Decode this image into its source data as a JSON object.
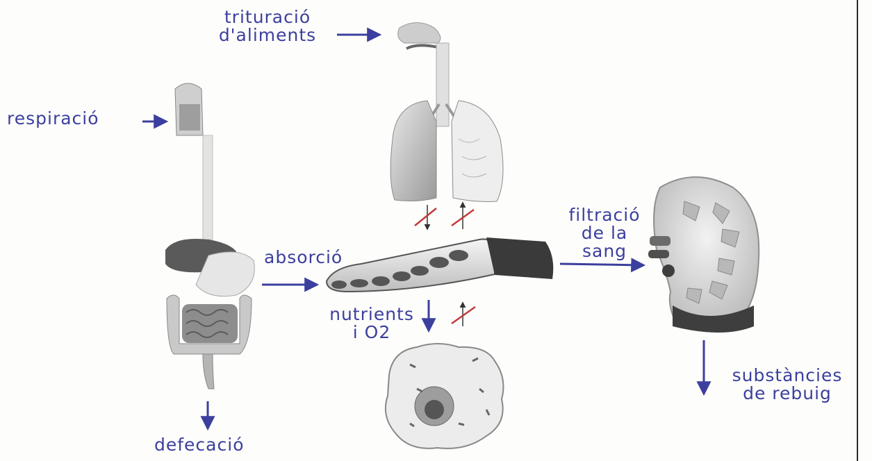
{
  "colors": {
    "ink": "#3b3f9e",
    "blocked": "#c03a3a",
    "organ_dark": "#3a3a3a",
    "organ_mid": "#8a8a8a",
    "organ_light": "#d9d9d9"
  },
  "labels": {
    "trituracio_line1": "trituració",
    "trituracio_line2": "d'aliments",
    "respiracio": "respiració",
    "absorcio": "absorció",
    "nutrients_line1": "nutrients",
    "nutrients_line2": "i O2",
    "filtracio_line1": "filtració",
    "filtracio_line2": "de la",
    "filtracio_line3": "sang",
    "substancies_line1": "substàncies",
    "substancies_line2": "de rebuig",
    "defecacio": "defecació"
  },
  "icons": [
    "digestive-system-icon",
    "respiratory-system-icon",
    "blood-vessel-icon",
    "body-cell-icon",
    "kidney-icon"
  ]
}
